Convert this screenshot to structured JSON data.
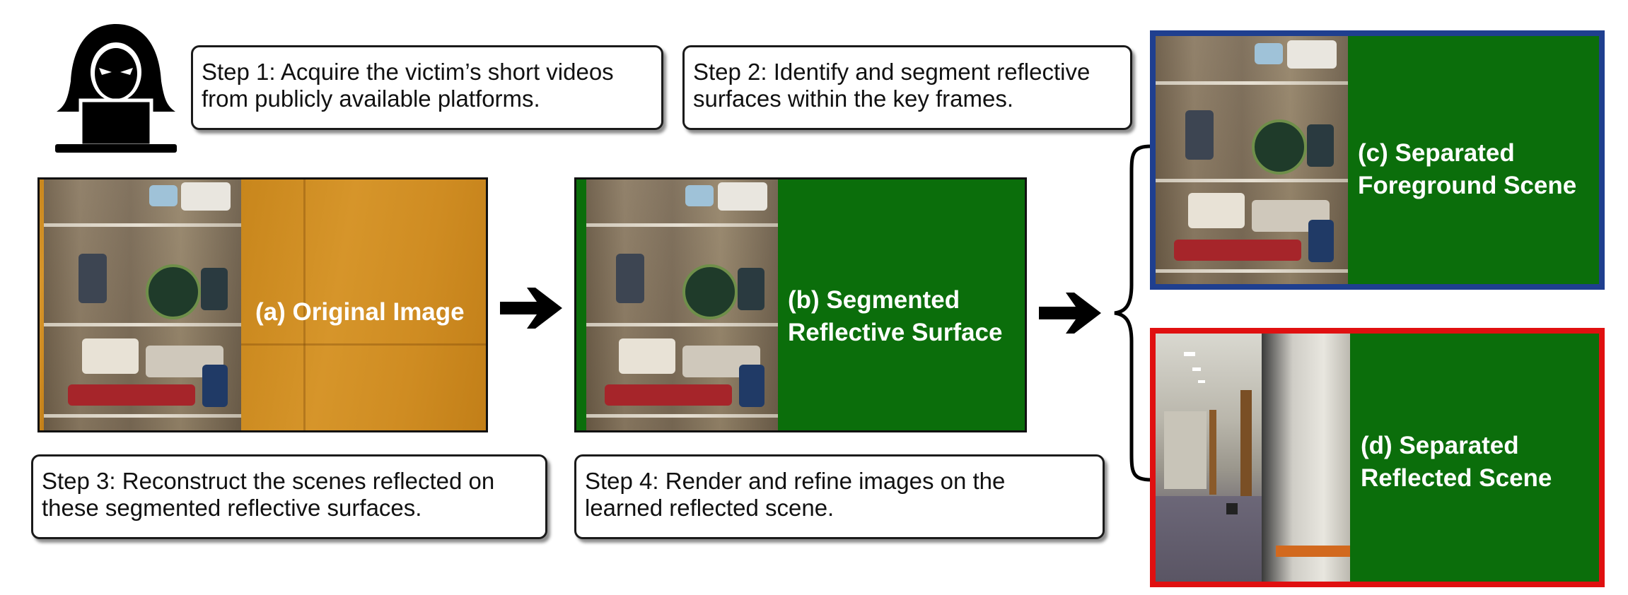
{
  "steps": {
    "step1": [
      "Step 1: Acquire the victim’s short videos",
      "from publicly available platforms."
    ],
    "step2": [
      "Step 2:  Identify and segment reflective",
      "surfaces within the key frames."
    ],
    "step3": [
      "Step 3: Reconstruct the scenes reflected on",
      "these segmented reflective surfaces."
    ],
    "step4": [
      "Step 4: Render and refine images on the",
      "learned reflected scene."
    ]
  },
  "panels": {
    "a": [
      "(a) Original Image"
    ],
    "b": [
      "(b) Segmented",
      "Reflective Surface"
    ],
    "c": [
      "(c) Separated",
      "Foreground Scene"
    ],
    "d": [
      "(d) Separated",
      "Reflected Scene"
    ]
  },
  "icons": {
    "attacker": "hacker-icon",
    "arrow": "right-arrow-icon",
    "brace": "curly-brace-icon"
  },
  "colors": {
    "segment_green": "#0b6e0b",
    "foreground_border": "#1f3f8f",
    "reflected_border": "#e01010",
    "wood": "#cf8c22"
  }
}
